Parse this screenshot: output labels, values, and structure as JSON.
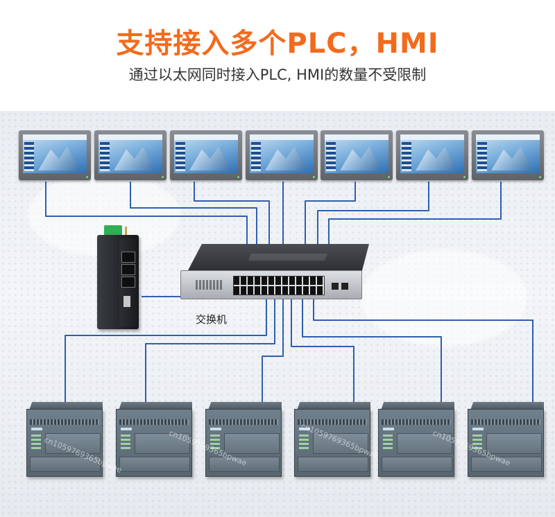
{
  "header": {
    "title": "支持接入多个PLC，HMI",
    "subtitle": "通过以太网同时接入PLC, HMI的数量不受限制"
  },
  "diagram": {
    "switch_label": "交换机",
    "hmi_count": 7,
    "plc_count": 6,
    "wire_color": "#2f5fae",
    "title_color": "#f26b1d"
  },
  "watermarks": [
    "cn1059769365bpwae",
    "cn1059769365bpwae",
    "cn1059769365bpwae",
    "cn1059769365bpwae"
  ]
}
